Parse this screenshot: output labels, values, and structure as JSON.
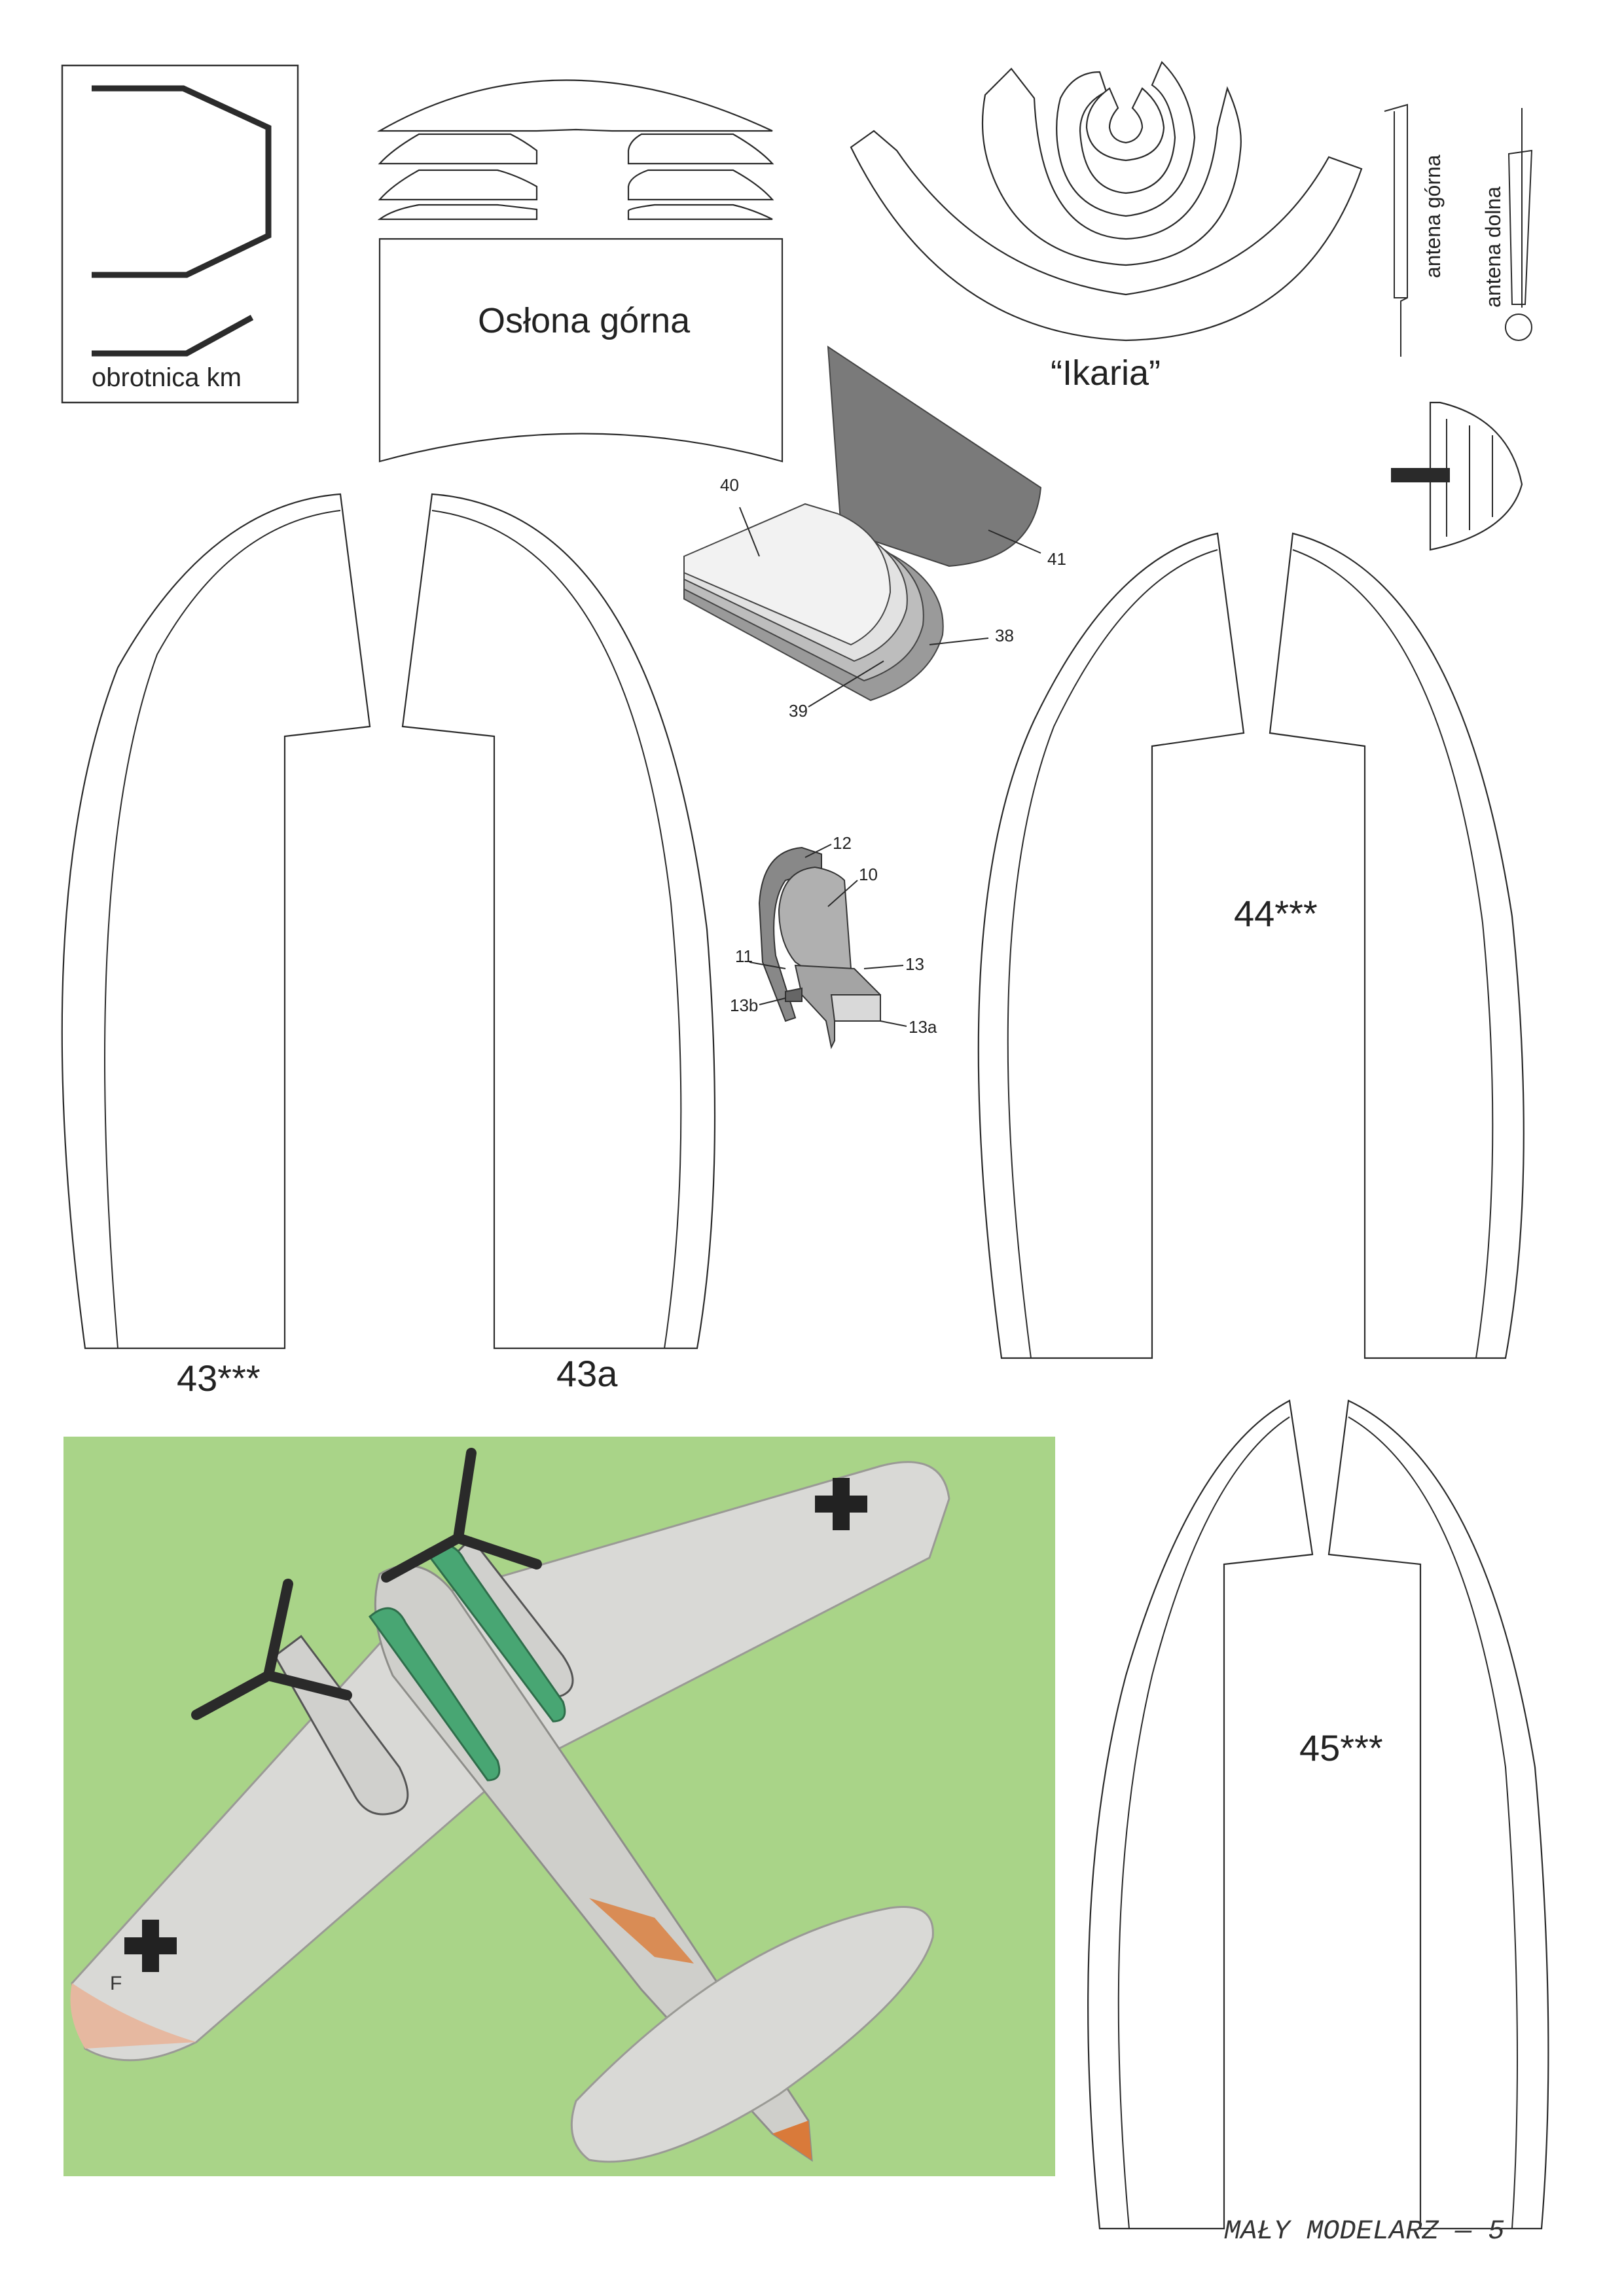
{
  "labels": {
    "obrotnica": "obrotnica km",
    "oslona": "Osłona górna",
    "ikaria": "“Ikaria”",
    "antena_gorna": "antena górna",
    "antena_dolna": "antena dolna",
    "p43": "43***",
    "p43a": "43a",
    "p44": "44***",
    "p45": "45***"
  },
  "callouts": {
    "n40": "40",
    "n41": "41",
    "n38": "38",
    "n39": "39",
    "n12": "12",
    "n10": "10",
    "n11": "11",
    "n13": "13",
    "n13b": "13b",
    "n13a": "13a"
  },
  "photo": {
    "background_color": "#a9d488",
    "fin_marking": "F"
  },
  "footer": {
    "text": "MAŁY MODELARZ — 5"
  }
}
